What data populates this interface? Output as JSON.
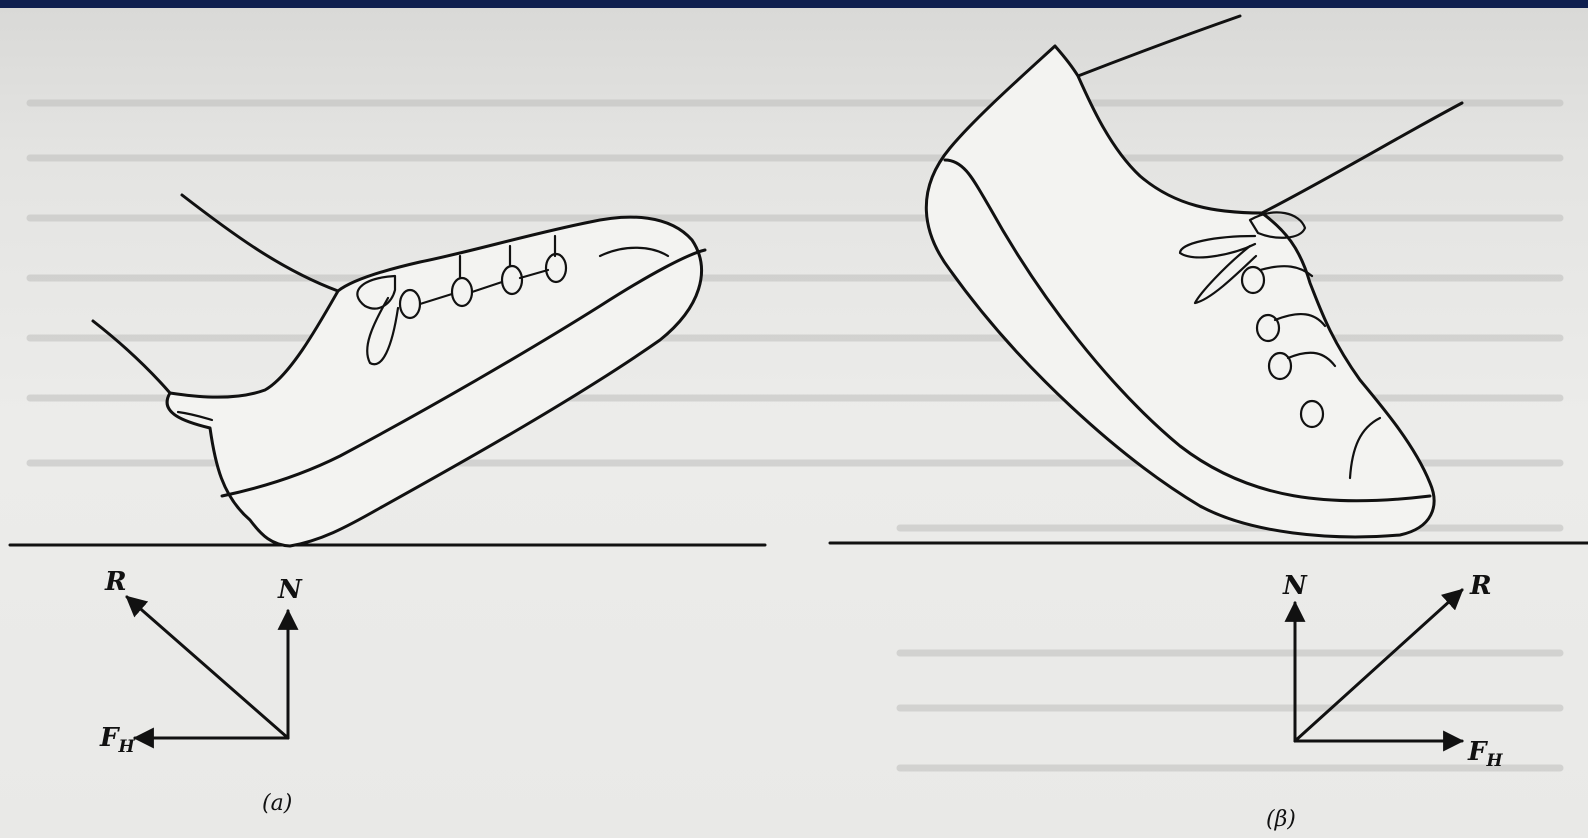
{
  "panels": [
    {
      "caption": "(a)",
      "vectors": {
        "R": "R",
        "N": "N",
        "FH": "F",
        "FH_sub": "H"
      }
    },
    {
      "caption": "(β)",
      "vectors": {
        "R": "R",
        "N": "N",
        "FH": "F",
        "FH_sub": "H"
      }
    }
  ]
}
